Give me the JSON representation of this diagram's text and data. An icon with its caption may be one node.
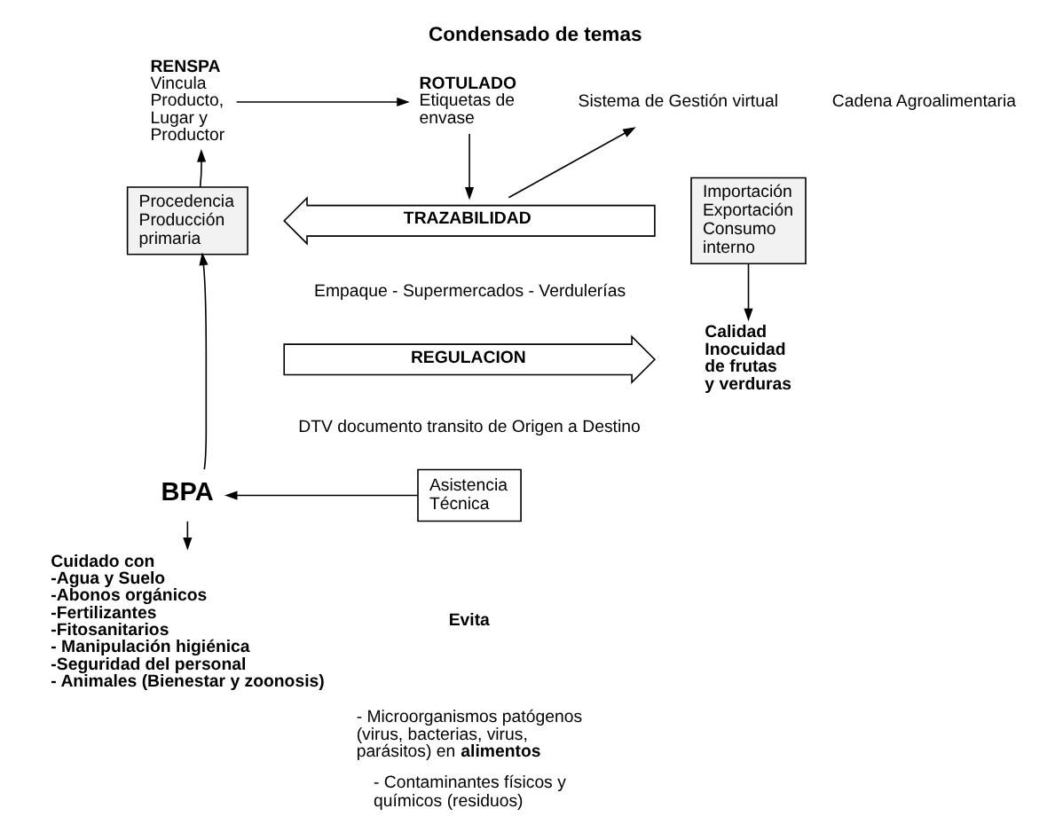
{
  "diagram": {
    "title": "Condensado de temas",
    "nodes": [
      {
        "text": [
          "RENSPA",
          "Vincula Producto, Lugar y Productor"
        ]
      },
      {
        "text": [
          "ROTULADO",
          "Etiquetas de envase"
        ]
      },
      {
        "text": [
          "Sistema de Gestión virtual"
        ]
      },
      {
        "text": [
          "Procedencia Producción primaria"
        ]
      },
      {
        "text": [
          "TRAZABILIDAD"
        ],
        "beside": [
          "Empaque - Supermercados - Verdulerías"
        ]
      },
      {
        "text": [
          "REGULACION"
        ],
        "beside": [
          "DTV documento transito de Origen a Destino"
        ]
      },
      {
        "text": [
          "Importación Exportación Consumo interno"
        ]
      },
      {
        "text": [
          "BPA"
        ]
      },
      {
        "text": [
          "Asistencia Técnica"
        ]
      },
      {
        "text": [
          "Cuidado con",
          "-Agua y Suelo",
          "-Abonos orgánicos",
          "-Fertilizantes",
          "-Fitosanitarios",
          "- Manipulación higiénica",
          "-Seguridad del personal",
          "- Animales (Bienestar y zoonosis)"
        ]
      },
      {
        "text": [
          "Calidad Inocuidad de frutas y verduras"
        ]
      }
    ],
    "edges": [
      {
        "from": 0,
        "to": 1,
        "arrow": "to"
      },
      {
        "from": 1,
        "to": 4,
        "arrow": "to"
      },
      {
        "from": 4,
        "to": 2,
        "arrow": "to"
      },
      {
        "from": 3,
        "to": 0,
        "arrow": "to"
      },
      {
        "from": 6,
        "to": 10,
        "arrow": "to"
      },
      {
        "from": 7,
        "to": 3,
        "arrow": "to"
      },
      {
        "from": 8,
        "to": 7,
        "arrow": "to"
      },
      {
        "from": 7,
        "to": 9,
        "arrow": "to"
      }
    ],
    "labels": [
      "Cadena Agroalimentaria",
      "Evita",
      "- Microorganismos patógenos (virus, bacterias, virus, parásitos) en **alimentos**",
      "- Contaminantes físicos y químicos (residuos)"
    ]
  }
}
